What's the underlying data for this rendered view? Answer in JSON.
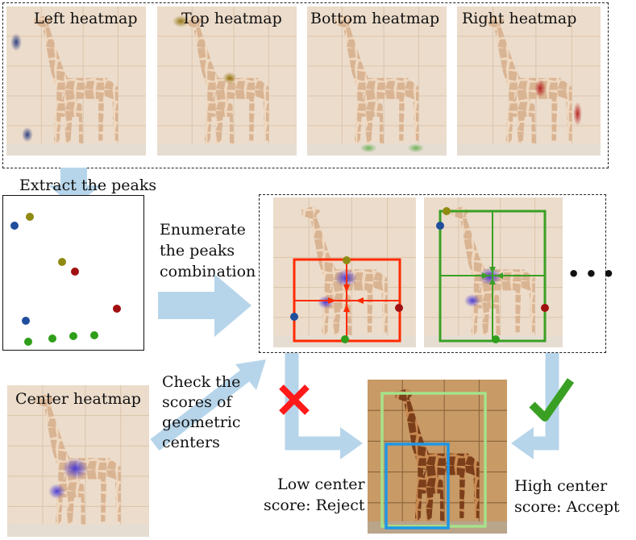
{
  "heatmap_labels": {
    "left": "Left heatmap",
    "top": "Top heatmap",
    "bottom": "Bottom heatmap",
    "right": "Right heatmap"
  },
  "extract_label": "Extract the peaks",
  "enumerate_label": [
    "Enumerate",
    "the peaks",
    "combination"
  ],
  "ellipsis": "• • •",
  "center_heatmap_label": "Center heatmap",
  "check_label": [
    "Check the",
    "scores of",
    "geometric",
    "centers"
  ],
  "reject_label": [
    "Low center",
    "score: Reject"
  ],
  "accept_label": [
    "High center",
    "score: Accept"
  ],
  "colors": {
    "arrow": "#b7d5ea",
    "reject_box": "#ff2a00",
    "accept_box": "#3aa024",
    "cross": "#ff1a1a",
    "check": "#3aa024",
    "final_box_outer": "#a6e28a",
    "final_box_inner": "#1e96e6",
    "peak_blue": "#1f4e9c",
    "peak_olive": "#8f8a12",
    "peak_red": "#a11010",
    "peak_green": "#2f9e1a"
  }
}
